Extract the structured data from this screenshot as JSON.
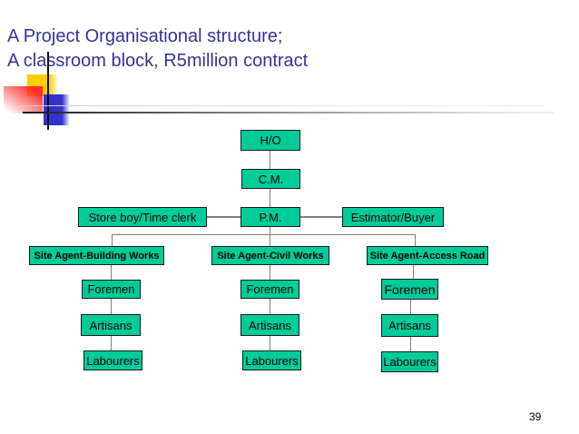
{
  "slide": {
    "title_line1": "A Project Organisational structure;",
    "title_line2": "A classroom block, R5million contract",
    "page_number": "39"
  },
  "colors": {
    "title_text": "#333399",
    "box_fill": "#00CC99",
    "box_border": "#1b1b1b",
    "connector": "#7f7f7f",
    "accent_yellow": "#FFCC00",
    "accent_red": "#FF2A2A",
    "accent_blue": "#3333CC"
  },
  "org_chart": {
    "type": "organisational-hierarchy-diagram",
    "top_chain": [
      "H/O",
      "C.M.",
      "P.M."
    ],
    "pm_left": "Store boy/Time clerk",
    "pm_right": "Estimator/Buyer",
    "site_agents": [
      "Site Agent-Building Works",
      "Site Agent-Civil Works",
      "Site Agent-Access Road"
    ],
    "crew": [
      "Foremen",
      "Artisans",
      "Labourers"
    ]
  }
}
